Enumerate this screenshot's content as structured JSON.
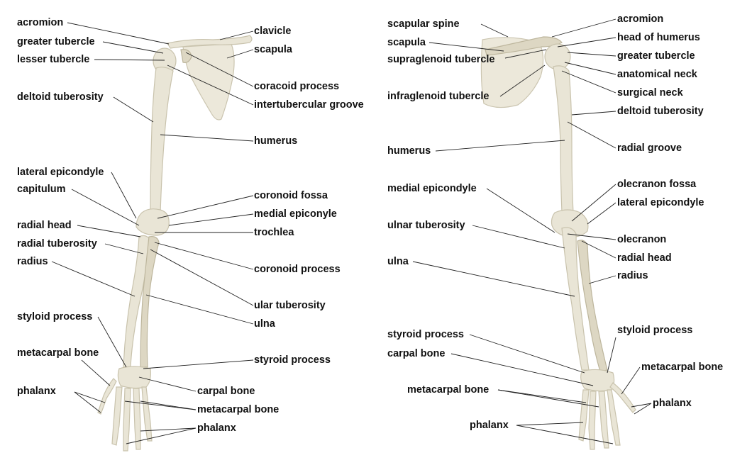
{
  "colors": {
    "bone": "#e9e5d6",
    "bone_shadow": "#c9c3ad",
    "leader": "#222222",
    "text": "#111111",
    "background": "#ffffff"
  },
  "anterior": {
    "labels": [
      "acromion",
      "greater tubercle",
      "lesser tubercle",
      "deltoid tuberosity",
      "lateral epicondyle",
      "capitulum",
      "radial head",
      "radial tuberosity",
      "radius",
      "styloid process",
      "metacarpal bone",
      "phalanx",
      "clavicle",
      "scapula",
      "coracoid process",
      "intertubercular groove",
      "humerus",
      "coronoid fossa",
      "medial epiconyle",
      "trochlea",
      "coronoid process",
      "ular tuberosity",
      "ulna",
      "styroid process",
      "carpal bone",
      "metacarpal bone",
      "phalanx"
    ]
  },
  "posterior": {
    "labels": [
      "scapular spine",
      "scapula",
      "supraglenoid tubercle",
      "infraglenoid tubercle",
      "humerus",
      "medial epicondyle",
      "ulnar tuberosity",
      "ulna",
      "styroid process",
      "carpal bone",
      "metacarpal bone",
      "phalanx",
      "acromion",
      "head of humerus",
      "greater tubercle",
      "anatomical neck",
      "surgical neck",
      "deltoid tuberosity",
      "radial groove",
      "olecranon fossa",
      "lateral epicondyle",
      "olecranon",
      "radial head",
      "radius",
      "styloid process",
      "metacarpal bone",
      "phalanx"
    ]
  }
}
